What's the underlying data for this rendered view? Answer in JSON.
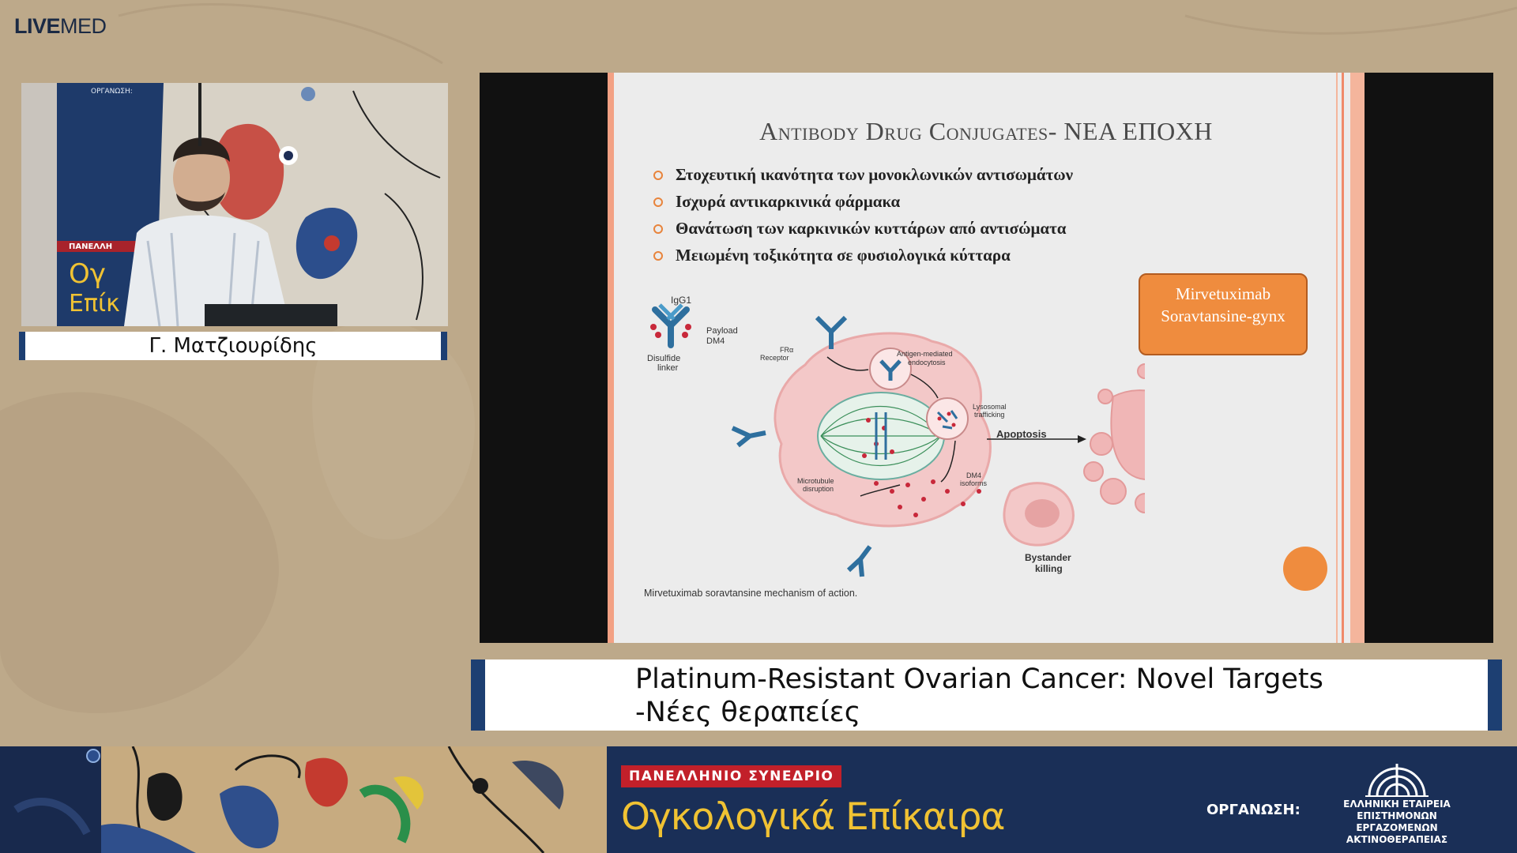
{
  "brand": {
    "logo_live": "LIVE",
    "logo_med": "MED"
  },
  "speaker": {
    "name": "Γ. Ματζιουρίδης",
    "banner_org": "ΟΡΓΑΝΩΣΗ:",
    "banner_fragment": "ΠΑΝΕΛΛΗ",
    "banner_big1": "Ογ",
    "banner_big2": "Επίκ"
  },
  "slide": {
    "title": "Antibody Drug Conjugates- ΝΕΑ ΕΠΟΧΗ",
    "bullets": [
      "Στοχευτική ικανότητα των μονοκλωνικών αντισωμάτων",
      "Ισχυρά αντικαρκινικά φάρμακα",
      "Θανάτωση των καρκινικών κυττάρων από αντισώματα",
      "Μειωμένη  τοξικότητα σε φυσιολογικά κύτταρα"
    ],
    "drug_box": "Mirvetuximab Soravtansine-gynx",
    "diagram_labels": {
      "igg1": "IgG1",
      "payload": "Payload",
      "dm4": "DM4",
      "linker1": "Disulfide",
      "linker2": "linker",
      "receptor1": "FRα",
      "receptor2": "Receptor",
      "endo1": "Antigen-mediated",
      "endo2": "endocytosis",
      "lyso1": "Lysosomal",
      "lyso2": "trafficking",
      "apoptosis": "Apoptosis",
      "micro1": "Microtubule",
      "micro2": "disruption",
      "iso1": "DM4",
      "iso2": "isoforms",
      "bystander1": "Bystander",
      "bystander2": "killing"
    },
    "caption": "Mirvetuximab soravtansine mechanism of action."
  },
  "lecture_title": "Platinum-Resistant Ovarian Cancer: Novel Targets -Νέες θεραπείες",
  "footer": {
    "badge": "ΠΑΝΕΛΛΗΝΙΟ ΣΥΝΕΔΡΙΟ",
    "conference": "Ογκολογικά Επίκαιρα",
    "org_label": "ΟΡΓΑΝΩΣΗ:",
    "org_name_1": "ΕΛΛΗΝΙΚΗ ΕΤΑΙΡΕΙΑ",
    "org_name_2": "ΕΠΙΣΤΗΜΟΝΩΝ ΕΡΓΑΖΟΜΕΝΩΝ",
    "org_name_3": "ΑΚΤΙΝΟΘΕΡΑΠΕΙΑΣ"
  },
  "colors": {
    "navy": "#1d3f72",
    "accent_orange": "#ef8c3e",
    "badge_red": "#c2202a",
    "gold": "#f0c233"
  }
}
